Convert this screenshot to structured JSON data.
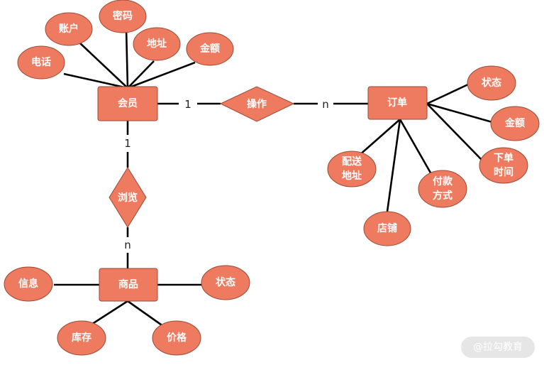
{
  "entities": {
    "member": "会员",
    "order": "订单",
    "product": "商品"
  },
  "relationships": {
    "operate": "操作",
    "browse": "浏览"
  },
  "attributes": {
    "member": {
      "account": "账户",
      "password": "密码",
      "phone": "电话",
      "address": "地址",
      "amount": "金额"
    },
    "order": {
      "status": "状态",
      "amount": "金额",
      "order_time_1": "下单",
      "order_time_2": "时间",
      "delivery_address_1": "配送",
      "delivery_address_2": "地址",
      "payment_method_1": "付款",
      "payment_method_2": "方式",
      "store": "店铺"
    },
    "product": {
      "info": "信息",
      "status": "状态",
      "stock": "库存",
      "price": "价格"
    }
  },
  "cardinality": {
    "member_operate": "1",
    "operate_order": "n",
    "member_browse": "1",
    "browse_product": "n"
  },
  "watermark": "@拉勾教育"
}
